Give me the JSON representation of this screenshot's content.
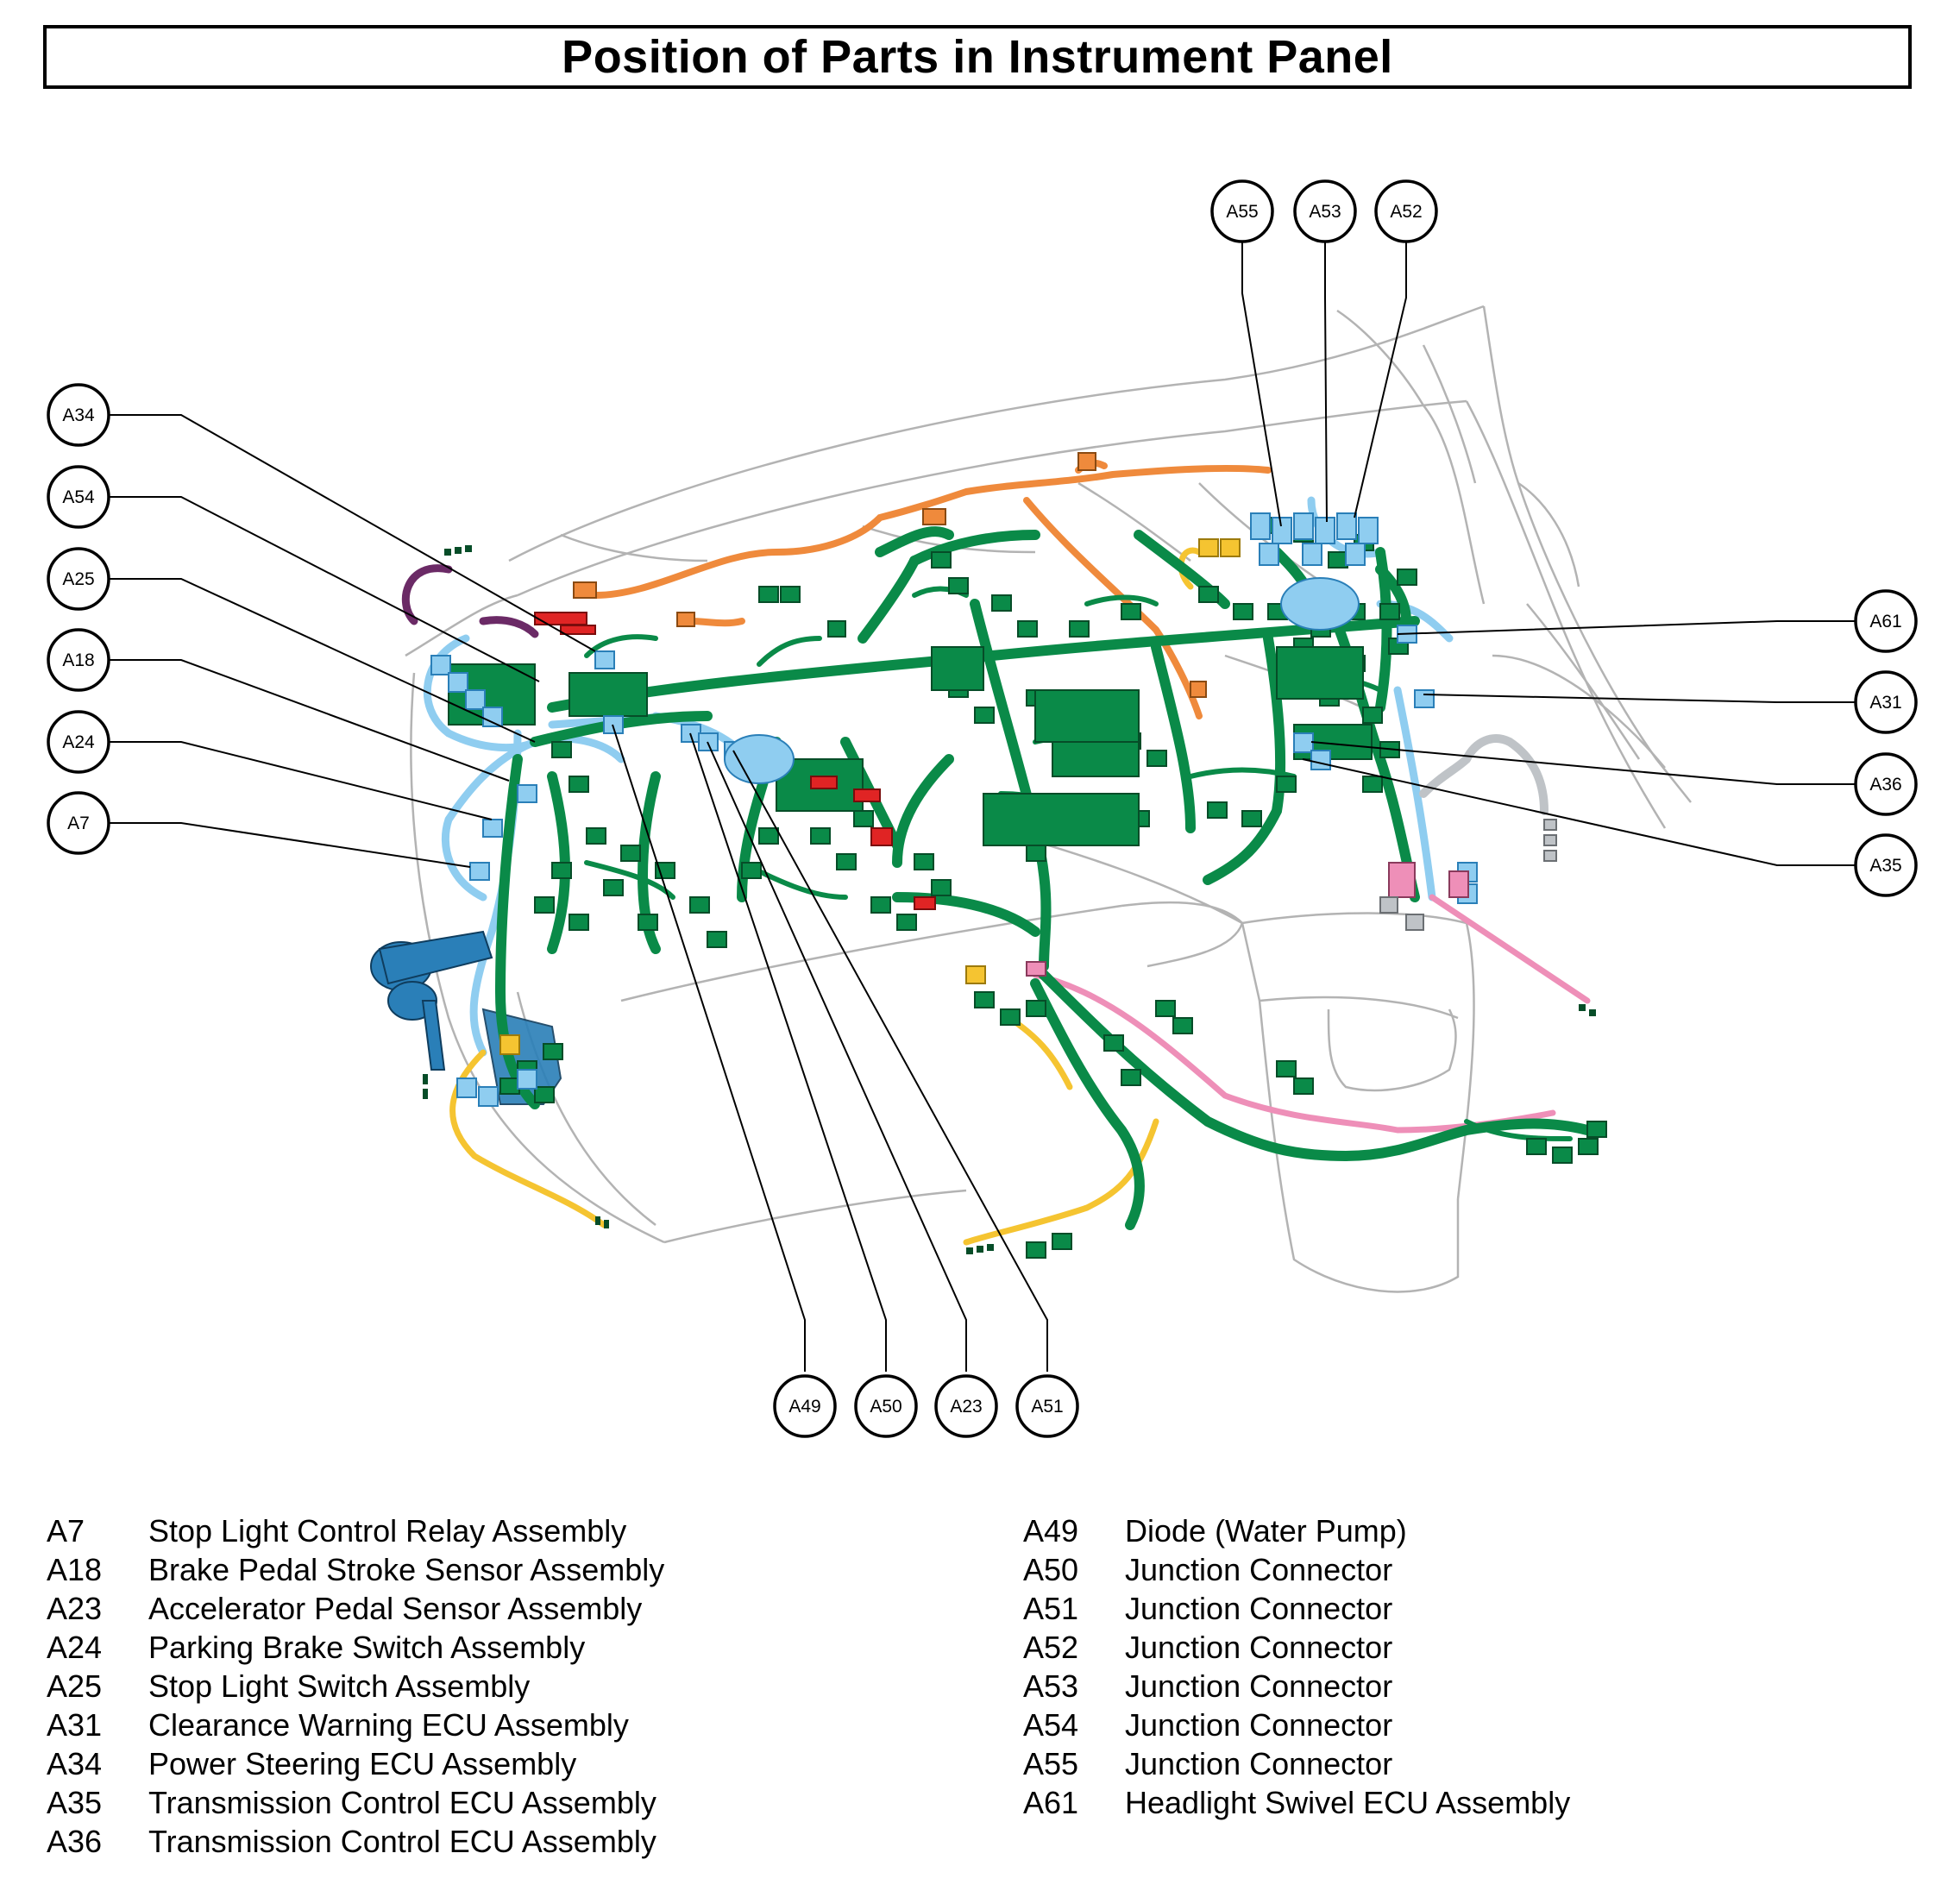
{
  "title": "Position of Parts in Instrument Panel",
  "callouts": {
    "A55": "A55",
    "A53": "A53",
    "A52": "A52",
    "A34": "A34",
    "A54": "A54",
    "A25": "A25",
    "A18": "A18",
    "A24": "A24",
    "A7": "A7",
    "A61": "A61",
    "A31": "A31",
    "A36": "A36",
    "A35": "A35",
    "A49": "A49",
    "A50": "A50",
    "A23": "A23",
    "A51": "A51"
  },
  "legend_left": [
    {
      "code": "A7",
      "name": "Stop Light Control Relay Assembly"
    },
    {
      "code": "A18",
      "name": "Brake Pedal Stroke Sensor Assembly"
    },
    {
      "code": "A23",
      "name": "Accelerator Pedal Sensor Assembly"
    },
    {
      "code": "A24",
      "name": "Parking Brake Switch Assembly"
    },
    {
      "code": "A25",
      "name": "Stop Light Switch Assembly"
    },
    {
      "code": "A31",
      "name": "Clearance Warning ECU Assembly"
    },
    {
      "code": "A34",
      "name": "Power Steering ECU Assembly"
    },
    {
      "code": "A35",
      "name": "Transmission Control ECU Assembly"
    },
    {
      "code": "A36",
      "name": "Transmission Control ECU Assembly"
    }
  ],
  "legend_right": [
    {
      "code": "A49",
      "name": "Diode (Water Pump)"
    },
    {
      "code": "A50",
      "name": "Junction Connector"
    },
    {
      "code": "A51",
      "name": "Junction Connector"
    },
    {
      "code": "A52",
      "name": "Junction Connector"
    },
    {
      "code": "A53",
      "name": "Junction Connector"
    },
    {
      "code": "A54",
      "name": "Junction Connector"
    },
    {
      "code": "A55",
      "name": "Junction Connector"
    },
    {
      "code": "A61",
      "name": "Headlight Swivel ECU Assembly"
    }
  ],
  "colors": {
    "harness_main": "#0a8a48",
    "harness_dark": "#064d28",
    "harness_blue": "#8fcdf0",
    "harness_blue_dark": "#2a7fb8",
    "harness_orange": "#ef8a3c",
    "harness_pink": "#ee8fb8",
    "harness_yellow": "#f5c431",
    "harness_red": "#e02424",
    "harness_purple": "#6b2a66",
    "harness_gray": "#bfc3c7",
    "panel_outline": "#b3b3b3"
  }
}
